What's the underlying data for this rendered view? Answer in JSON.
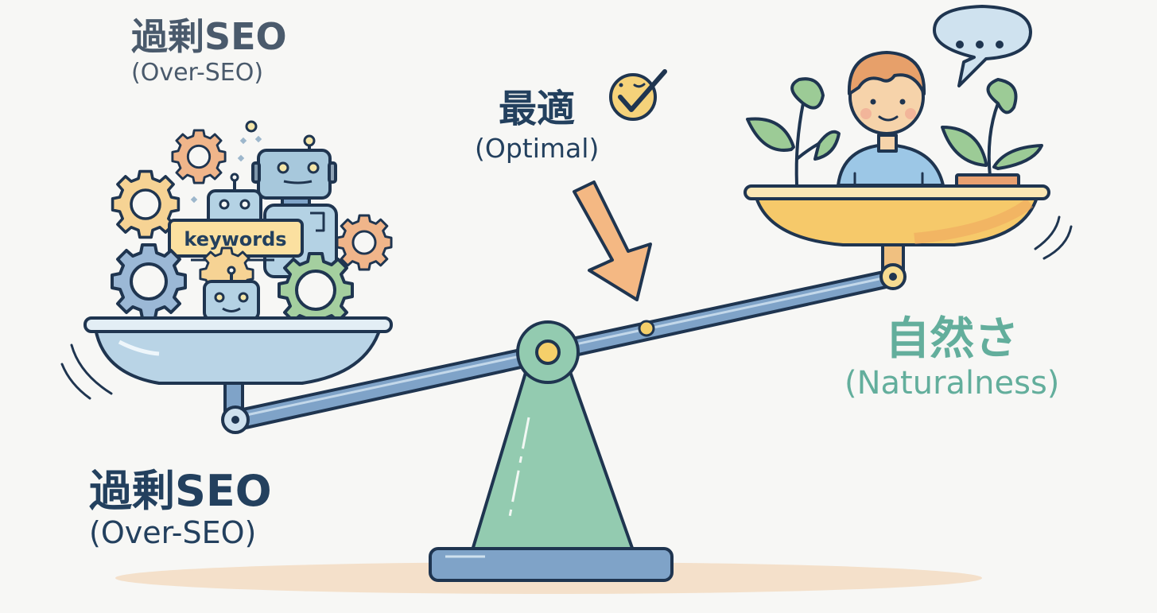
{
  "labels": {
    "over_seo_top": {
      "jp": "過剰SEO",
      "en": "(Over-SEO)",
      "color": "#4a5a6c"
    },
    "over_seo_bottom": {
      "jp": "過剰SEO",
      "en": "(Over-SEO)",
      "color": "#23405e"
    },
    "optimal": {
      "jp": "最適",
      "en": "(Optimal)",
      "color": "#23405e",
      "badge_icon": "smiley-check-icon"
    },
    "naturalness": {
      "jp": "自然さ",
      "en": "(Naturalness)",
      "color": "#63ae9c"
    }
  },
  "left_pan": {
    "tag_text": "keywords",
    "contents": [
      "gear-icon",
      "gear-icon",
      "gear-icon",
      "gear-icon",
      "gear-icon",
      "robot-icon",
      "robot-icon",
      "robot-icon",
      "keywords-tag"
    ]
  },
  "right_pan": {
    "contents": [
      "person-avatar",
      "plant-icon",
      "potted-plant-icon",
      "speech-bubble-icon"
    ],
    "speech_bubble_text": "..."
  },
  "indicators": {
    "arrow": "down-arrow-icon"
  },
  "colors": {
    "outline": "#1f3550",
    "beam_blue": "#7fa3c8",
    "left_pan_blue": "#b9d4e6",
    "right_pan_yellow": "#f6c96a",
    "fulcrum_green": "#93cbb0",
    "pivot_yellow": "#f5cf6a",
    "arrow_orange": "#f4b883",
    "shadow_peach": "#f3dcc2",
    "text_teal": "#63ae9c",
    "text_navy": "#23405e"
  }
}
